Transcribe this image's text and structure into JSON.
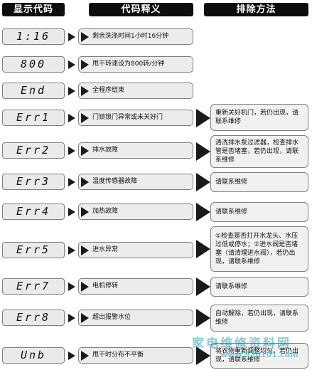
{
  "headers": {
    "code": "显示代码",
    "meaning": "代码释义",
    "remedy": "排除方法"
  },
  "rows": [
    {
      "code": "1:16",
      "meaning": "剩余洗涤时间1小时16分钟",
      "remedy": ""
    },
    {
      "code": "800",
      "meaning": "甩干转速设为800转/分钟",
      "remedy": ""
    },
    {
      "code": "End",
      "meaning": "全程序结束",
      "remedy": ""
    },
    {
      "code": "Err1",
      "meaning": "门锁锁门异常或未关好门",
      "remedy": "重新关好机门，若仍出现，请联系维修"
    },
    {
      "code": "Err2",
      "meaning": "排水故障",
      "remedy": "清洗排水泵过滤器，检查排水管是否堵塞，若仍出现，请联系维修"
    },
    {
      "code": "Err3",
      "meaning": "温度传感器故障",
      "remedy": "请联系维修"
    },
    {
      "code": "Err4",
      "meaning": "加热故障",
      "remedy": "请联系维修"
    },
    {
      "code": "Err5",
      "meaning": "进水异常",
      "remedy": "①检查是否打开水龙头、水压过低或停水；②进水阀是否堵塞（请清理进水阀），若仍出现，请联系维修"
    },
    {
      "code": "Err7",
      "meaning": "电机停转",
      "remedy": "请联系维修"
    },
    {
      "code": "Err8",
      "meaning": "超出报警水位",
      "remedy": "自动解除，若仍出现，请联系维修"
    },
    {
      "code": "Unb",
      "meaning": "甩干时分布不平衡",
      "remedy": "将衣物重新调整均匀，若仍出现，请联系维修"
    }
  ],
  "watermark": {
    "text": "家电维修资料网",
    "url": "www.520101.com"
  }
}
